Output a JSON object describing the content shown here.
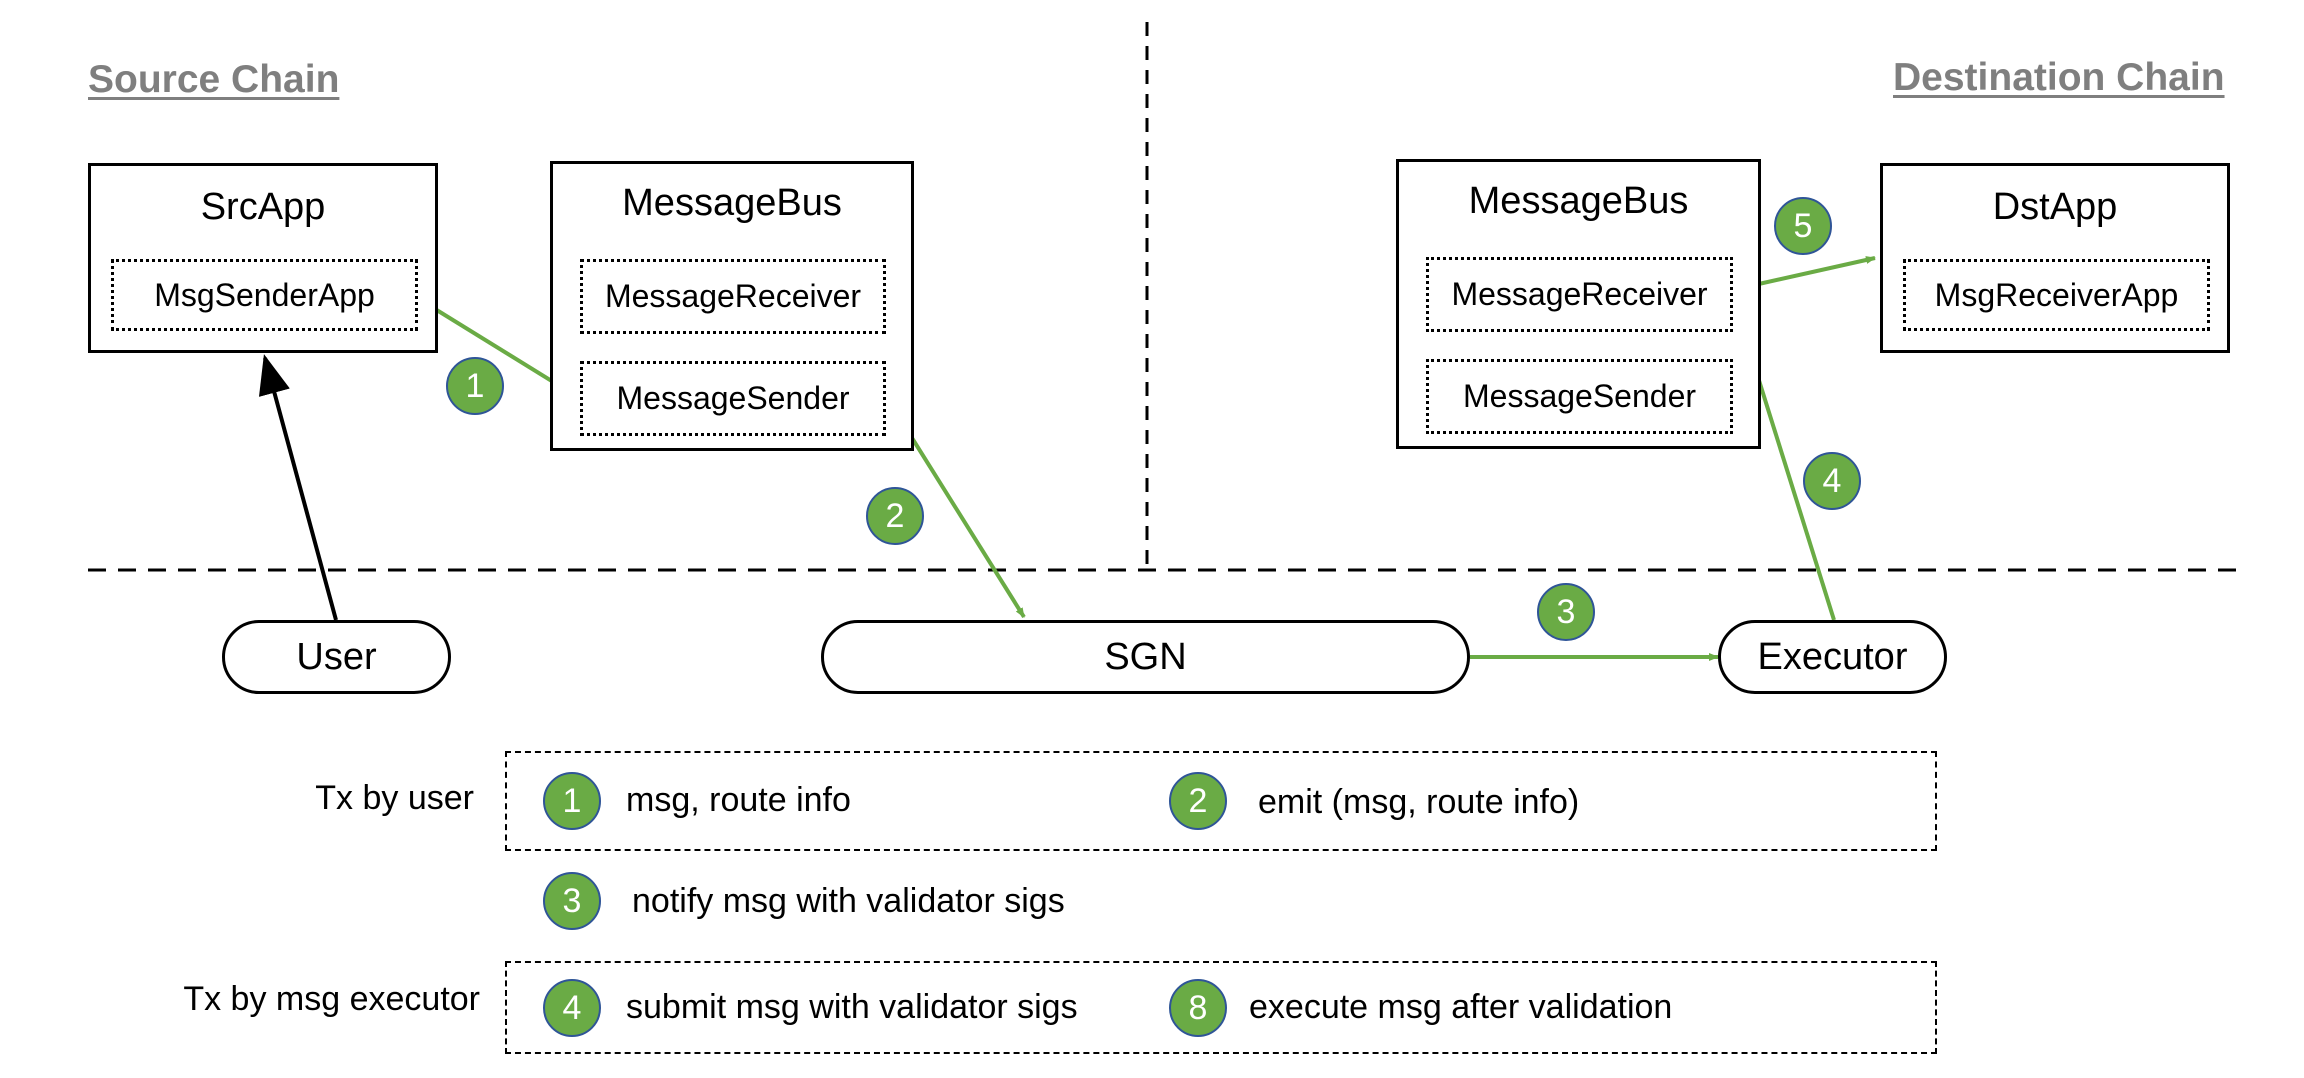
{
  "chains": {
    "source": "Source Chain",
    "destination": "Destination Chain"
  },
  "source_app": {
    "title": "SrcApp",
    "module": "MsgSenderApp"
  },
  "source_bus": {
    "title": "MessageBus",
    "receiver": "MessageReceiver",
    "sender": "MessageSender"
  },
  "dest_bus": {
    "title": "MessageBus",
    "receiver": "MessageReceiver",
    "sender": "MessageSender"
  },
  "dest_app": {
    "title": "DstApp",
    "module": "MsgReceiverApp"
  },
  "offchain": {
    "user": "User",
    "sgn": "SGN",
    "executor": "Executor"
  },
  "steps": [
    "1",
    "2",
    "3",
    "4",
    "5"
  ],
  "legend": {
    "user_label": "Tx by user",
    "executor_label": "Tx by msg executor",
    "items": [
      {
        "badge": "1",
        "text": "msg, route info"
      },
      {
        "badge": "2",
        "text": "emit (msg, route info)"
      },
      {
        "badge": "3",
        "text": "notify msg with validator sigs"
      },
      {
        "badge": "4",
        "text": "submit msg with validator sigs"
      },
      {
        "badge": "8",
        "text": "execute msg after validation"
      }
    ]
  },
  "colors": {
    "flow": "#6aab45",
    "badge_fill": "#6aab45",
    "badge_border": "#2f5597",
    "chain_label": "#7f7f7f"
  }
}
